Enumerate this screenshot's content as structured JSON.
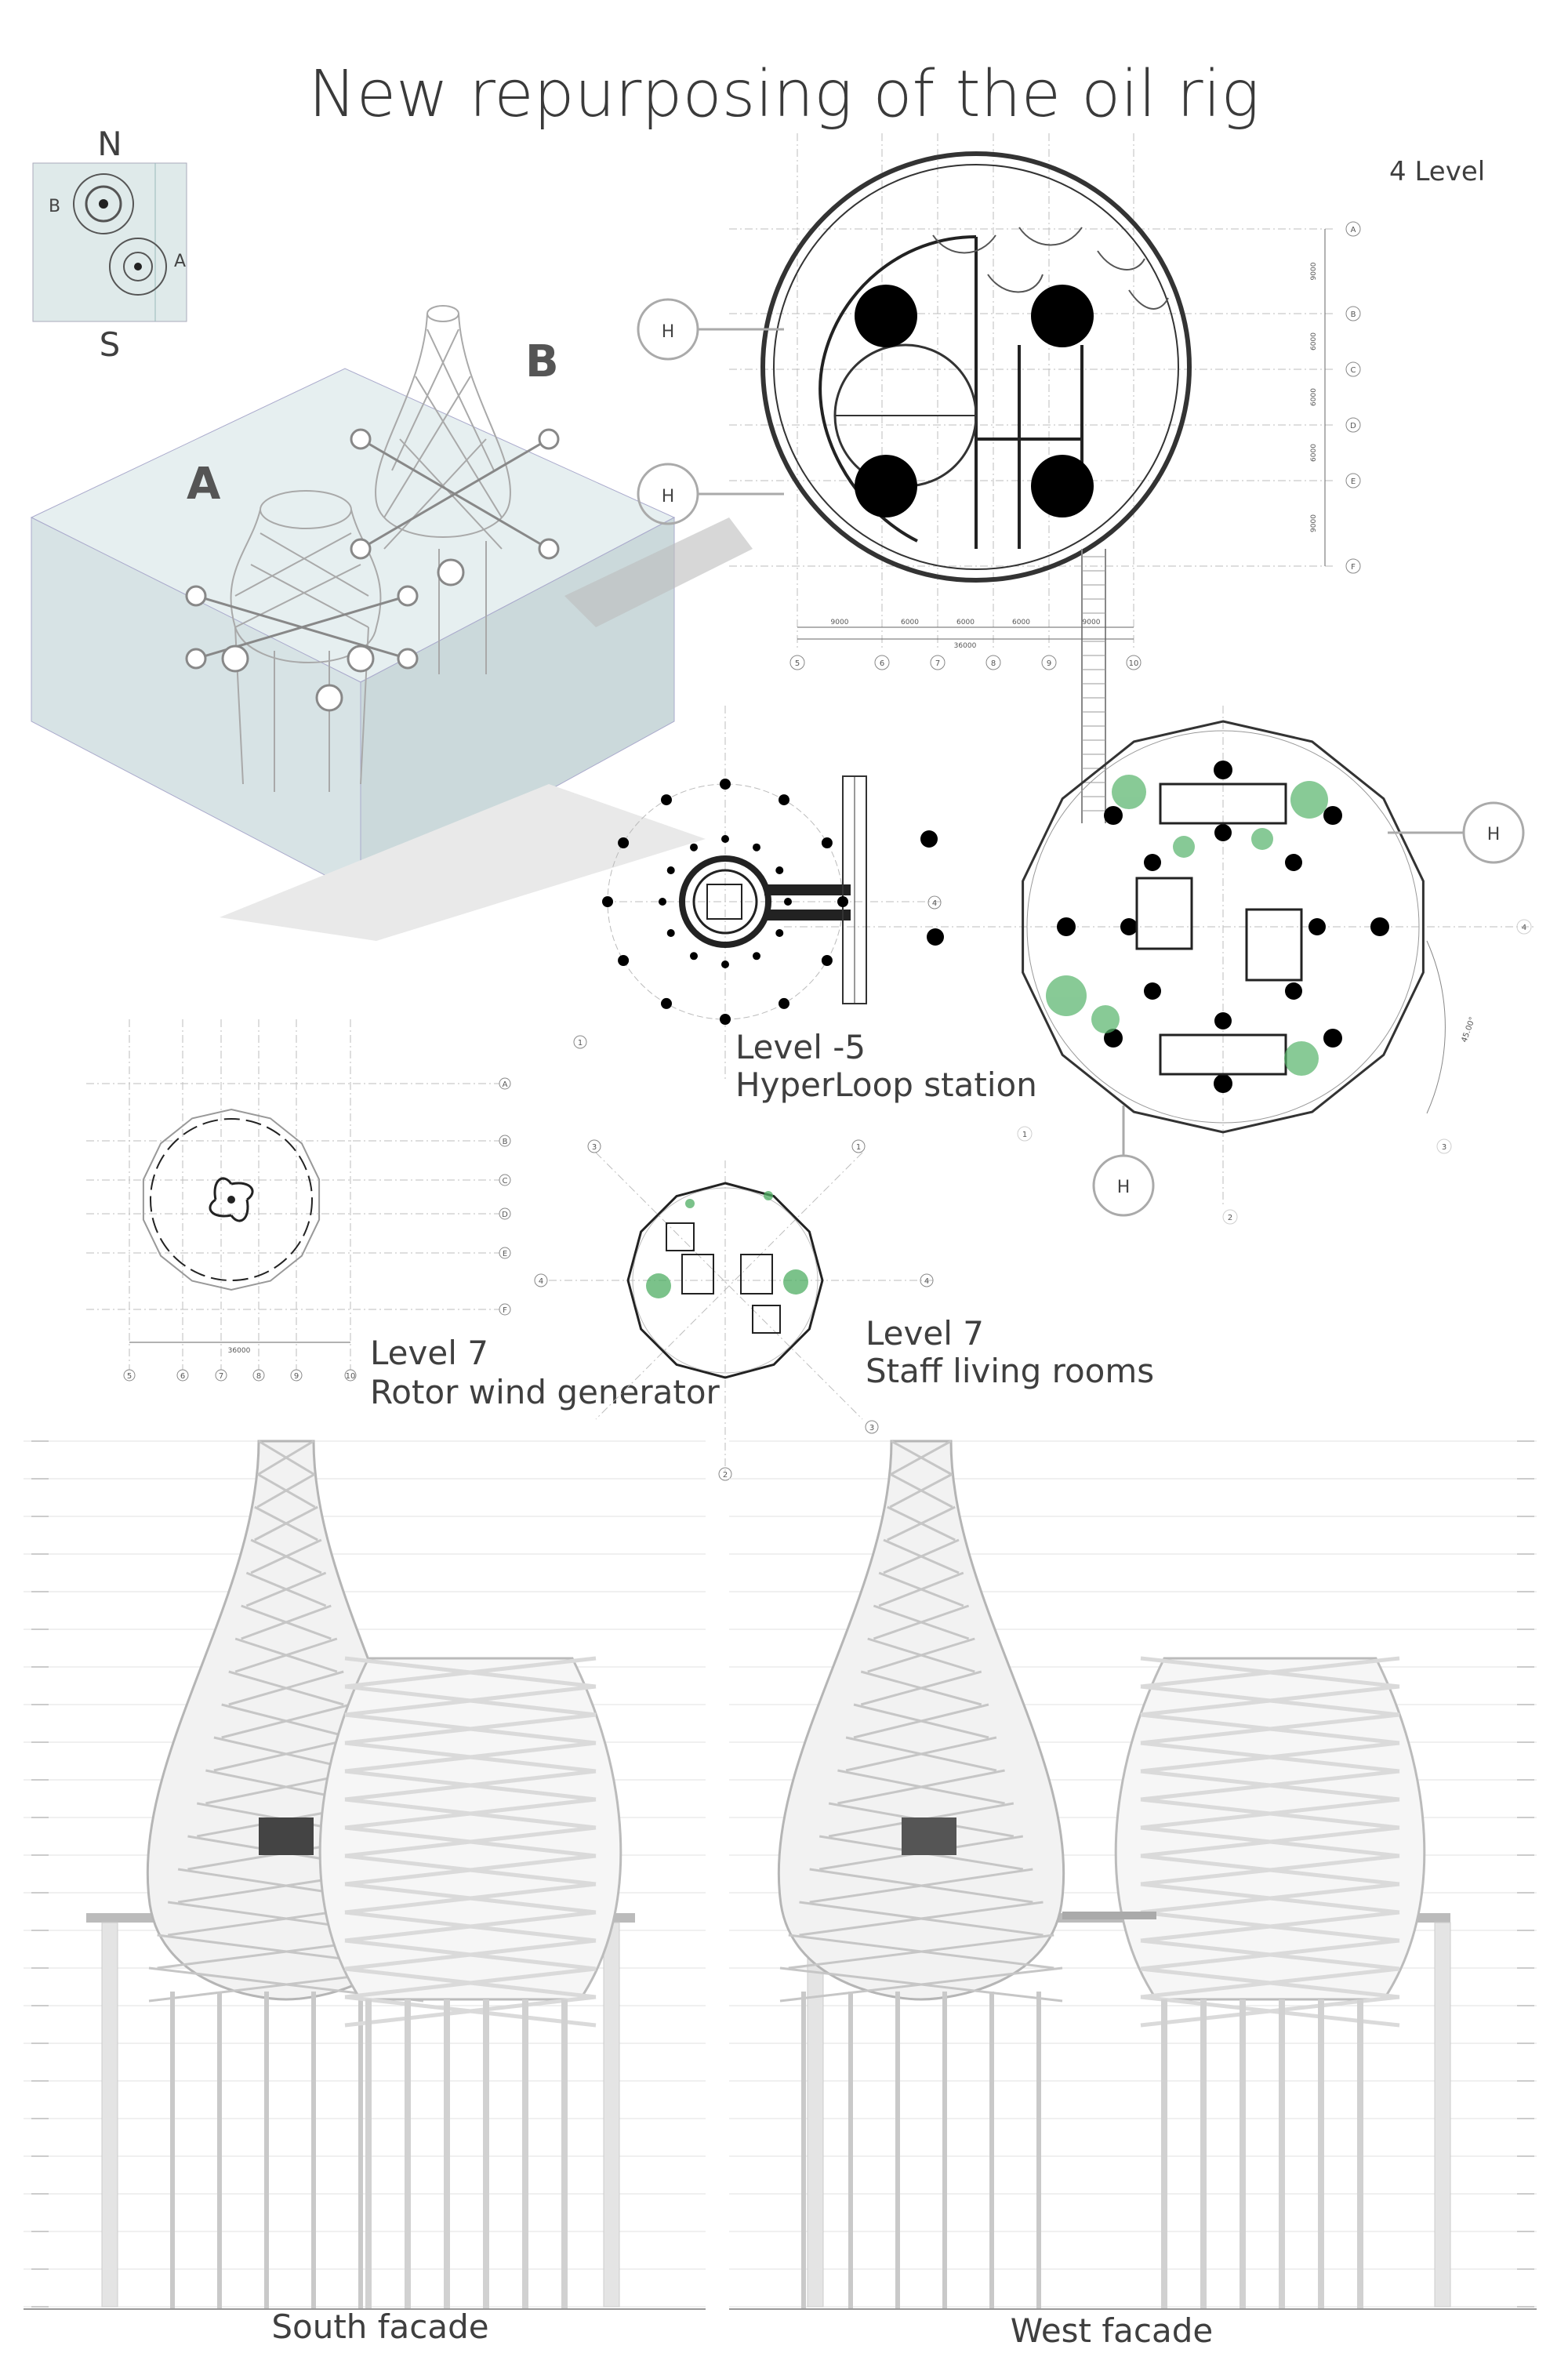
{
  "title": "New repurposing of the oil rig",
  "compass": {
    "north": "N",
    "south": "S",
    "marker_a": "A",
    "marker_b": "B"
  },
  "axon": {
    "tower_a": "A",
    "tower_b": "B"
  },
  "plans": {
    "level4": {
      "label": "4 Level",
      "row_axes": [
        "A",
        "B",
        "C",
        "D",
        "E",
        "F"
      ],
      "col_axes": [
        "5",
        "6",
        "7",
        "8",
        "9",
        "10"
      ],
      "dims_bottom": [
        "9000",
        "6000",
        "6000",
        "6000",
        "9000"
      ],
      "dim_total": "36000",
      "dims_right": [
        "9000",
        "6000",
        "6000",
        "6000",
        "9000"
      ]
    },
    "level_minus5": {
      "line1": "Level -5",
      "line2": "HyperLoop station",
      "axis": "4",
      "axis_b": "1"
    },
    "tower_b_large": {
      "axes": [
        "1",
        "2",
        "3",
        "4"
      ],
      "angle": "45.00°"
    },
    "level7_rotor": {
      "line1": "Level 7",
      "line2": "Rotor wind generator",
      "row_axes": [
        "A",
        "B",
        "C",
        "D",
        "E",
        "F"
      ],
      "col_axes": [
        "5",
        "6",
        "7",
        "8",
        "9",
        "10"
      ],
      "dim_total": "36000"
    },
    "level7_staff": {
      "line1": "Level 7",
      "line2": "Staff living rooms",
      "axes": [
        "1",
        "2",
        "3",
        "4"
      ]
    }
  },
  "elevations": {
    "south": {
      "label": "South facade"
    },
    "west": {
      "label": "West facade"
    }
  }
}
